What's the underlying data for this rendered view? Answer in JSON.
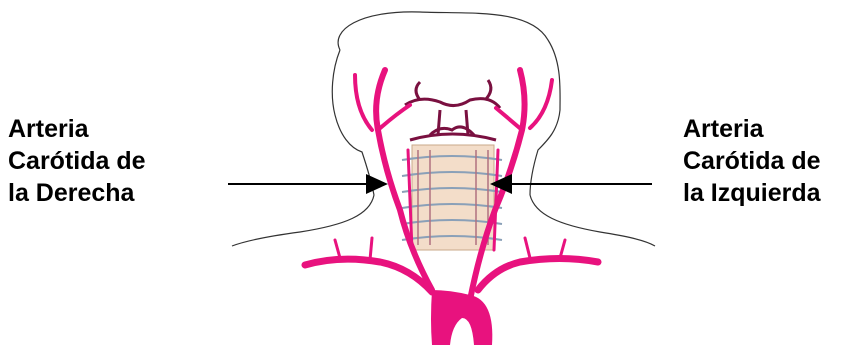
{
  "labels": {
    "left": [
      "Arteria",
      "Carótida de",
      "la Derecha"
    ],
    "right": [
      "Arteria",
      "Carótida de",
      "la Izquierda"
    ]
  },
  "colors": {
    "artery": "#e8127e",
    "artery_dark": "#7a1040",
    "spine": "#f3ddc9",
    "outline": "#333333"
  },
  "icons": [
    "head-neck-outline",
    "carotid-arteries",
    "cervical-spine",
    "aortic-arch"
  ]
}
